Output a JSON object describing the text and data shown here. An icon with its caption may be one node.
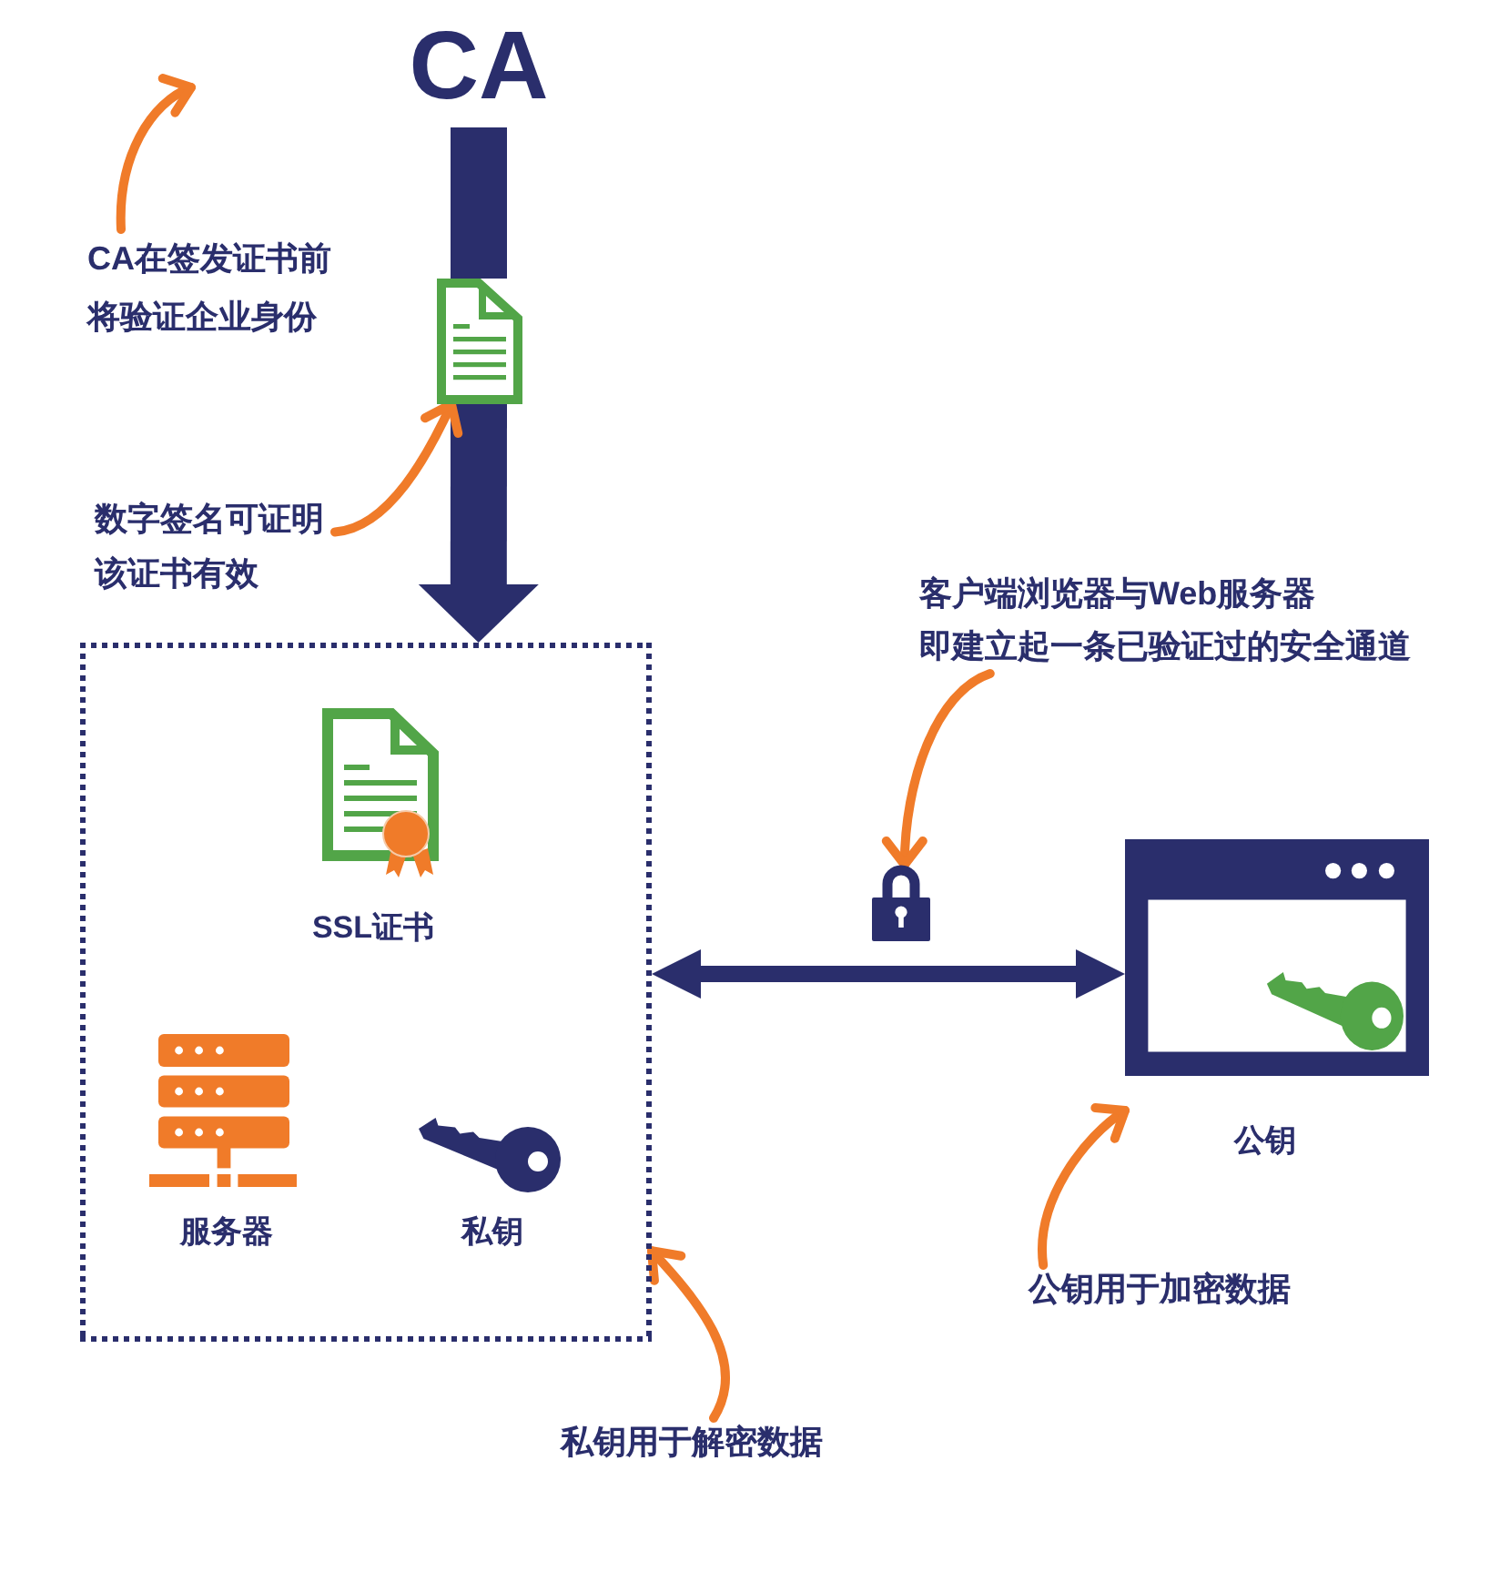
{
  "diagram": {
    "nodes": [
      {
        "text": [
          "CA"
        ]
      },
      {
        "text": [
          "CA在签发证书前将验证企业身份"
        ]
      },
      {
        "text": [],
        "shape": "picture"
      },
      {
        "text": [
          "数字签名可证明该证书有效"
        ]
      },
      {
        "text": [
          "客户端浏览器与Web服务器即建立起一条已验证过的安全通道"
        ]
      },
      {
        "text": [],
        "shape": "box"
      },
      {
        "text": [
          "SSL证书"
        ],
        "in": 5
      },
      {
        "text": [],
        "shape": "lock"
      },
      {
        "text": [
          "公钥"
        ]
      },
      {
        "text": [
          "服务器"
        ],
        "in": 5
      },
      {
        "text": [
          "私钥"
        ],
        "in": 5
      },
      {
        "text": [
          "公钥用于加密数据"
        ]
      },
      {
        "text": [
          "私钥用于解密数据"
        ]
      }
    ],
    "edges": [
      {
        "from": 0,
        "to": 2,
        "arrow": "none",
        "style": "thick",
        "color": "#2a2e6c"
      },
      {
        "from": 2,
        "to": 5,
        "arrow": "to",
        "style": "thick",
        "color": "#2a2e6c"
      },
      {
        "from": 5,
        "to": 8,
        "arrow": "both",
        "style": "thick",
        "color": "#2a2e6c"
      },
      {
        "from": 1,
        "to": null,
        "arrow": "to"
      },
      {
        "from": 3,
        "to": 2,
        "arrow": "to"
      },
      {
        "from": 4,
        "to": 7,
        "arrow": "to"
      },
      {
        "from": 11,
        "to": 8,
        "arrow": "to"
      },
      {
        "from": 12,
        "to": 5,
        "arrow": "to"
      }
    ]
  }
}
